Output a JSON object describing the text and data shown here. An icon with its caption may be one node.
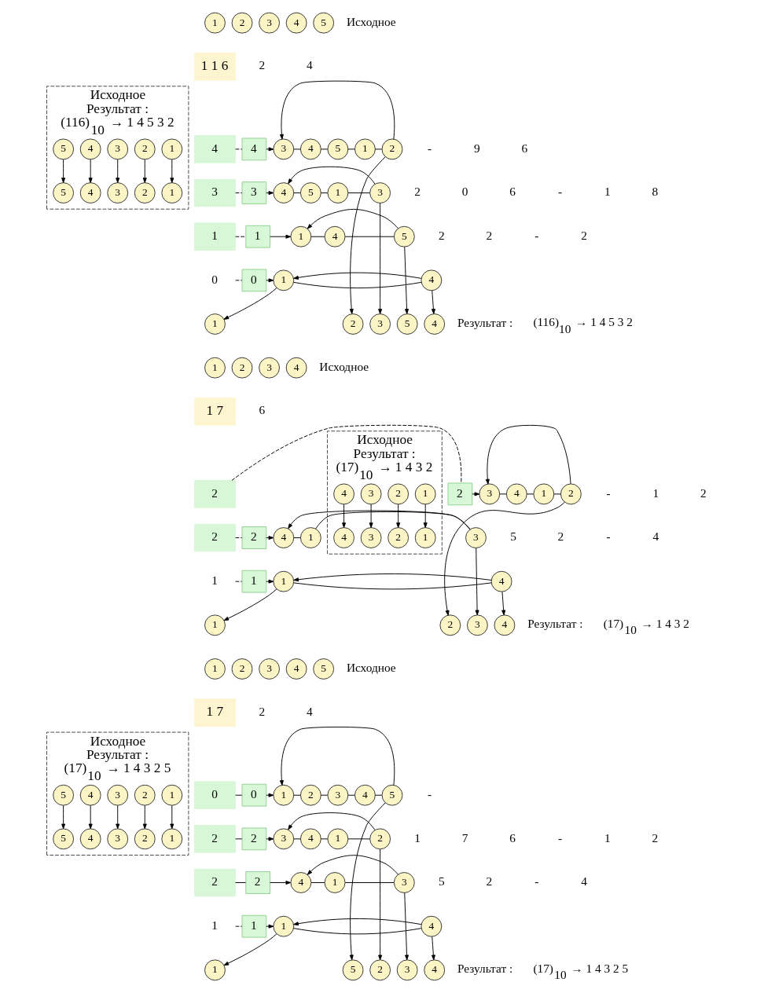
{
  "diagram": {
    "nodes": [
      {
        "text": [
          "1 1 6"
        ]
      },
      {
        "text": [
          "4"
        ]
      },
      {
        "text": [
          "3"
        ]
      },
      {
        "text": [
          "1"
        ]
      },
      {
        "text": [
          "0"
        ]
      },
      {
        "text": [
          "4"
        ]
      },
      {
        "text": [
          "3"
        ]
      },
      {
        "text": [
          "1"
        ]
      },
      {
        "text": [
          "0"
        ]
      },
      {
        "text": [
          "1"
        ]
      },
      {
        "text": [
          "2"
        ]
      },
      {
        "text": [
          "3"
        ]
      },
      {
        "text": [
          "4"
        ]
      },
      {
        "text": [
          "5"
        ]
      },
      {
        "text": [
          "3"
        ]
      },
      {
        "text": [
          "4"
        ]
      },
      {
        "text": [
          "5"
        ]
      },
      {
        "text": [
          "1"
        ]
      },
      {
        "text": [
          "2"
        ]
      },
      {
        "text": [
          "4"
        ]
      },
      {
        "text": [
          "5"
        ]
      },
      {
        "text": [
          "1"
        ]
      },
      {
        "text": [
          "3"
        ]
      },
      {
        "text": [
          "1"
        ]
      },
      {
        "text": [
          "4"
        ]
      },
      {
        "text": [
          "5"
        ]
      },
      {
        "text": [
          "1"
        ]
      },
      {
        "text": [
          "4"
        ]
      },
      {
        "text": [
          "1"
        ]
      },
      {
        "text": [
          "4"
        ]
      },
      {
        "text": [
          "5"
        ]
      },
      {
        "text": [
          "3"
        ]
      },
      {
        "text": [
          "2"
        ]
      },
      {
        "text": [
          "Исходное",
          "Результат :",
          "(116)$_{10}$ → 1 4 5 3 2"
        ]
      },
      {
        "text": [
          "1"
        ],
        "in": 33
      },
      {
        "text": [
          "2"
        ],
        "in": 33
      },
      {
        "text": [
          "3"
        ],
        "in": 33
      },
      {
        "text": [
          "4"
        ],
        "in": 33
      },
      {
        "text": [
          "5"
        ],
        "in": 33
      },
      {
        "text": [
          "1"
        ],
        "in": 33
      },
      {
        "text": [
          "4"
        ],
        "in": 33
      },
      {
        "text": [
          "5"
        ],
        "in": 33
      },
      {
        "text": [
          "3"
        ],
        "in": 33
      },
      {
        "text": [
          "2"
        ],
        "in": 33
      },
      {
        "text": [
          "1 7"
        ]
      },
      {
        "text": [
          "2"
        ]
      },
      {
        "text": [
          "2"
        ]
      },
      {
        "text": [
          "1"
        ]
      },
      {
        "text": [
          "2"
        ]
      },
      {
        "text": [
          "2"
        ]
      },
      {
        "text": [
          "1"
        ]
      },
      {
        "text": [
          "1"
        ]
      },
      {
        "text": [
          "2"
        ]
      },
      {
        "text": [
          "3"
        ]
      },
      {
        "text": [
          "4"
        ]
      },
      {
        "text": [
          "3"
        ]
      },
      {
        "text": [
          "4"
        ]
      },
      {
        "text": [
          "1"
        ]
      },
      {
        "text": [
          "2"
        ]
      },
      {
        "text": [
          "4"
        ]
      },
      {
        "text": [
          "1"
        ]
      },
      {
        "text": [
          "3"
        ]
      },
      {
        "text": [
          "1"
        ]
      },
      {
        "text": [
          "4"
        ]
      },
      {
        "text": [
          "1"
        ]
      },
      {
        "text": [
          "4"
        ]
      },
      {
        "text": [
          "3"
        ]
      },
      {
        "text": [
          "2"
        ]
      },
      {
        "text": [
          "Исходное",
          "Результат :",
          "(17)$_{10}$ → 1 4 3 2"
        ]
      },
      {
        "text": [
          "1"
        ],
        "in": 68
      },
      {
        "text": [
          "2"
        ],
        "in": 68
      },
      {
        "text": [
          "3"
        ],
        "in": 68
      },
      {
        "text": [
          "4"
        ],
        "in": 68
      },
      {
        "text": [
          "1"
        ],
        "in": 68
      },
      {
        "text": [
          "4"
        ],
        "in": 68
      },
      {
        "text": [
          "3"
        ],
        "in": 68
      },
      {
        "text": [
          "2"
        ],
        "in": 68
      },
      {
        "text": [
          "1 7"
        ]
      },
      {
        "text": [
          "0"
        ]
      },
      {
        "text": [
          "2"
        ]
      },
      {
        "text": [
          "2"
        ]
      },
      {
        "text": [
          "1"
        ]
      },
      {
        "text": [
          "0"
        ]
      },
      {
        "text": [
          "2"
        ]
      },
      {
        "text": [
          "2"
        ]
      },
      {
        "text": [
          "1"
        ]
      },
      {
        "text": [
          "1"
        ]
      },
      {
        "text": [
          "2"
        ]
      },
      {
        "text": [
          "3"
        ]
      },
      {
        "text": [
          "4"
        ]
      },
      {
        "text": [
          "5"
        ]
      },
      {
        "text": [
          "1"
        ]
      },
      {
        "text": [
          "2"
        ]
      },
      {
        "text": [
          "3"
        ]
      },
      {
        "text": [
          "4"
        ]
      },
      {
        "text": [
          "5"
        ]
      },
      {
        "text": [
          "3"
        ]
      },
      {
        "text": [
          "4"
        ]
      },
      {
        "text": [
          "1"
        ]
      },
      {
        "text": [
          "2"
        ]
      },
      {
        "text": [
          "4"
        ]
      },
      {
        "text": [
          "1"
        ]
      },
      {
        "text": [
          "3"
        ]
      },
      {
        "text": [
          "1"
        ]
      },
      {
        "text": [
          "4"
        ]
      },
      {
        "text": [
          "1"
        ]
      },
      {
        "text": [
          "4"
        ]
      },
      {
        "text": [
          "3"
        ]
      },
      {
        "text": [
          "2"
        ]
      },
      {
        "text": [
          "5"
        ]
      },
      {
        "text": [
          "Исходное",
          "Результат :",
          "(17)$_{10}$ → 1 4 3 2 5"
        ]
      },
      {
        "text": [
          "1"
        ],
        "in": 110
      },
      {
        "text": [
          "2"
        ],
        "in": 110
      },
      {
        "text": [
          "3"
        ],
        "in": 110
      },
      {
        "text": [
          "4"
        ],
        "in": 110
      },
      {
        "text": [
          "5"
        ],
        "in": 110
      },
      {
        "text": [
          "1"
        ],
        "in": 110
      },
      {
        "text": [
          "4"
        ],
        "in": 110
      },
      {
        "text": [
          "3"
        ],
        "in": 110
      },
      {
        "text": [
          "2"
        ],
        "in": 110
      },
      {
        "text": [
          "5"
        ],
        "in": 110
      }
    ],
    "edges": [
      {
        "from": 1,
        "to": 5,
        "arrow": "none",
        "style": "dashed"
      },
      {
        "from": 2,
        "to": 6,
        "arrow": "none",
        "style": "dashed"
      },
      {
        "from": 3,
        "to": 7,
        "arrow": "none",
        "style": "dashed"
      },
      {
        "from": 4,
        "to": 8,
        "arrow": "none",
        "style": "dashed"
      },
      {
        "from": 5,
        "to": 14,
        "arrow": "to"
      },
      {
        "from": 6,
        "to": 19,
        "arrow": "to"
      },
      {
        "from": 7,
        "to": 23,
        "arrow": "to"
      },
      {
        "from": 8,
        "to": 26,
        "arrow": "to"
      },
      {
        "from": 14,
        "to": 15,
        "arrow": "none"
      },
      {
        "from": 15,
        "to": 16,
        "arrow": "none"
      },
      {
        "from": 16,
        "to": 17,
        "arrow": "none"
      },
      {
        "from": 17,
        "to": 18,
        "arrow": "none"
      },
      {
        "from": 18,
        "to": 14,
        "arrow": "to"
      },
      {
        "from": 19,
        "to": 20,
        "arrow": "none"
      },
      {
        "from": 20,
        "to": 21,
        "arrow": "none"
      },
      {
        "from": 21,
        "to": 22,
        "arrow": "none"
      },
      {
        "from": 22,
        "to": 19,
        "arrow": "to"
      },
      {
        "from": 23,
        "to": 24,
        "arrow": "none"
      },
      {
        "from": 24,
        "to": 25,
        "arrow": "none"
      },
      {
        "from": 25,
        "to": 23,
        "arrow": "to"
      },
      {
        "from": 26,
        "to": 27,
        "arrow": "none"
      },
      {
        "from": 27,
        "to": 26,
        "arrow": "to"
      },
      {
        "from": 18,
        "to": 32,
        "arrow": "to"
      },
      {
        "from": 22,
        "to": 31,
        "arrow": "to"
      },
      {
        "from": 25,
        "to": 30,
        "arrow": "to"
      },
      {
        "from": 26,
        "to": 28,
        "arrow": "to"
      },
      {
        "from": 27,
        "to": 29,
        "arrow": "to"
      },
      {
        "from": 34,
        "to": 39,
        "arrow": "to"
      },
      {
        "from": 35,
        "to": 43,
        "arrow": "to"
      },
      {
        "from": 36,
        "to": 42,
        "arrow": "to"
      },
      {
        "from": 37,
        "to": 40,
        "arrow": "to"
      },
      {
        "from": 38,
        "to": 41,
        "arrow": "to"
      },
      {
        "from": 45,
        "to": 48,
        "arrow": "none",
        "style": "dashed"
      },
      {
        "from": 46,
        "to": 49,
        "arrow": "none",
        "style": "dashed"
      },
      {
        "from": 47,
        "to": 50,
        "arrow": "none",
        "style": "dashed"
      },
      {
        "from": 48,
        "to": 55,
        "arrow": "to"
      },
      {
        "from": 49,
        "to": 59,
        "arrow": "to"
      },
      {
        "from": 50,
        "to": 62,
        "arrow": "to"
      },
      {
        "from": 55,
        "to": 56,
        "arrow": "none"
      },
      {
        "from": 56,
        "to": 57,
        "arrow": "none"
      },
      {
        "from": 57,
        "to": 58,
        "arrow": "none"
      },
      {
        "from": 58,
        "to": 55,
        "arrow": "to"
      },
      {
        "from": 59,
        "to": 60,
        "arrow": "none"
      },
      {
        "from": 60,
        "to": 61,
        "arrow": "none"
      },
      {
        "from": 61,
        "to": 59,
        "arrow": "to"
      },
      {
        "from": 62,
        "to": 63,
        "arrow": "none"
      },
      {
        "from": 63,
        "to": 62,
        "arrow": "to"
      },
      {
        "from": 58,
        "to": 67,
        "arrow": "to"
      },
      {
        "from": 61,
        "to": 66,
        "arrow": "to"
      },
      {
        "from": 62,
        "to": 64,
        "arrow": "to"
      },
      {
        "from": 63,
        "to": 65,
        "arrow": "to"
      },
      {
        "from": 69,
        "to": 73,
        "arrow": "to"
      },
      {
        "from": 70,
        "to": 76,
        "arrow": "to"
      },
      {
        "from": 71,
        "to": 75,
        "arrow": "to"
      },
      {
        "from": 72,
        "to": 74,
        "arrow": "to"
      },
      {
        "from": 78,
        "to": 82,
        "arrow": "none"
      },
      {
        "from": 79,
        "to": 83,
        "arrow": "none"
      },
      {
        "from": 80,
        "to": 84,
        "arrow": "none"
      },
      {
        "from": 81,
        "to": 85,
        "arrow": "none",
        "style": "dashed"
      },
      {
        "from": 82,
        "to": 91,
        "arrow": "to"
      },
      {
        "from": 83,
        "to": 96,
        "arrow": "to"
      },
      {
        "from": 84,
        "to": 100,
        "arrow": "to"
      },
      {
        "from": 85,
        "to": 103,
        "arrow": "to"
      },
      {
        "from": 91,
        "to": 92,
        "arrow": "none"
      },
      {
        "from": 92,
        "to": 93,
        "arrow": "none"
      },
      {
        "from": 93,
        "to": 94,
        "arrow": "none"
      },
      {
        "from": 94,
        "to": 95,
        "arrow": "none"
      },
      {
        "from": 95,
        "to": 91,
        "arrow": "to"
      },
      {
        "from": 96,
        "to": 97,
        "arrow": "none"
      },
      {
        "from": 97,
        "to": 98,
        "arrow": "none"
      },
      {
        "from": 98,
        "to": 99,
        "arrow": "none"
      },
      {
        "from": 99,
        "to": 96,
        "arrow": "to"
      },
      {
        "from": 100,
        "to": 101,
        "arrow": "none"
      },
      {
        "from": 101,
        "to": 102,
        "arrow": "none"
      },
      {
        "from": 102,
        "to": 100,
        "arrow": "to"
      },
      {
        "from": 103,
        "to": 104,
        "arrow": "none"
      },
      {
        "from": 104,
        "to": 103,
        "arrow": "to"
      },
      {
        "from": 95,
        "to": 109,
        "arrow": "to"
      },
      {
        "from": 99,
        "to": 108,
        "arrow": "to"
      },
      {
        "from": 102,
        "to": 107,
        "arrow": "to"
      },
      {
        "from": 103,
        "to": 105,
        "arrow": "to"
      },
      {
        "from": 104,
        "to": 106,
        "arrow": "to"
      },
      {
        "from": 111,
        "to": 116,
        "arrow": "to"
      },
      {
        "from": 112,
        "to": 119,
        "arrow": "to"
      },
      {
        "from": 113,
        "to": 118,
        "arrow": "to"
      },
      {
        "from": 114,
        "to": 117,
        "arrow": "to"
      },
      {
        "from": 115,
        "to": 120,
        "arrow": "to"
      }
    ],
    "labels": [
      "Исходное",
      "2",
      "4",
      "-",
      "9",
      "6",
      "2",
      "0",
      "6",
      "-",
      "1",
      "8",
      "2",
      "2",
      "-",
      "2",
      "Результат :",
      "(116)$_{10}$ → 1 4 5 3 2",
      "Исходное",
      "6",
      "-",
      "1",
      "2",
      "5",
      "2",
      "-",
      "4",
      "Результат :",
      "(17)$_{10}$ → 1 4 3 2",
      "Исходное",
      "2",
      "4",
      "-",
      "1",
      "7",
      "6",
      "-",
      "1",
      "2",
      "5",
      "2",
      "-",
      "4",
      "Результат :",
      "(17)$_{10}$ → 1 4 3 2 5"
    ]
  }
}
